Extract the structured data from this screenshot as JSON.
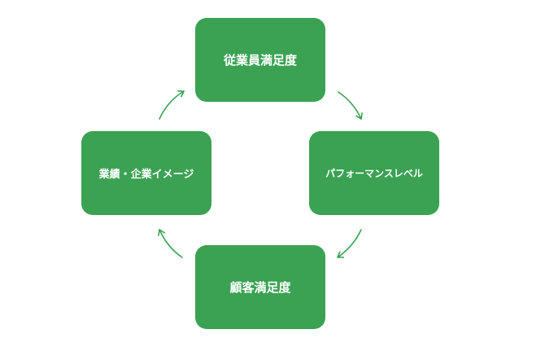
{
  "diagram": {
    "type": "cycle",
    "nodes": {
      "top": "従業員満足度",
      "right": "パフォーマンスレベル",
      "bottom": "顧客満足度",
      "left": "業績・企業イメージ"
    },
    "flow": [
      "top",
      "right",
      "bottom",
      "left"
    ],
    "colors": {
      "node_fill": "#3aa252",
      "node_text": "#ffffff",
      "arrow": "#3aa252"
    }
  }
}
